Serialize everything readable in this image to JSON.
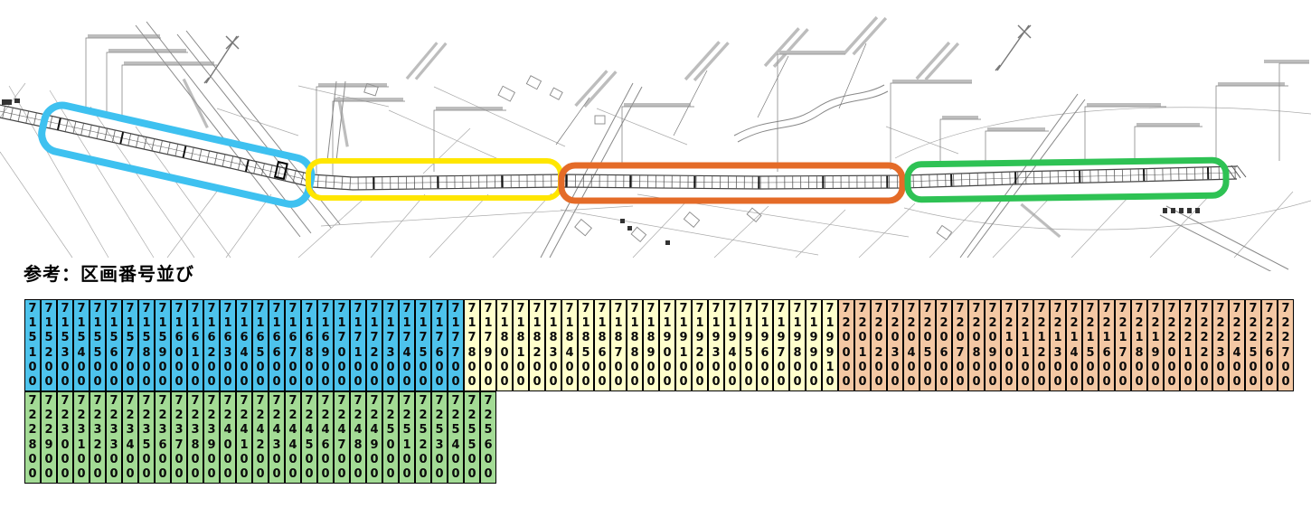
{
  "page": {
    "title_label": "参考：区画番号並び"
  },
  "colors": {
    "blue": {
      "cell": "#4DC3EC",
      "outline": "#3EC1F0"
    },
    "yellow": {
      "cell": "#FFFFCC",
      "outline": "#FFE600"
    },
    "orange": {
      "cell": "#F4C8A4",
      "outline": "#E46B28"
    },
    "green": {
      "cell": "#A3DB95",
      "outline": "#2EC254"
    }
  },
  "map": {
    "highlight_sections": [
      {
        "id": "blue",
        "color": "#3EC1F0"
      },
      {
        "id": "yellow",
        "color": "#FFE600"
      },
      {
        "id": "orange",
        "color": "#E46B28"
      },
      {
        "id": "green",
        "color": "#2EC254"
      }
    ]
  },
  "table": {
    "rows": [
      {
        "groups": [
          {
            "color": "blue",
            "numbers": [
              "715100",
              "715200",
              "715300",
              "715400",
              "715500",
              "715600",
              "715700",
              "715800",
              "715900",
              "716000",
              "716100",
              "716200",
              "716300",
              "716400",
              "716500",
              "716600",
              "716700",
              "716800",
              "716900",
              "717000",
              "717100",
              "717200",
              "717300",
              "717400",
              "717500",
              "717600",
              "717700"
            ]
          },
          {
            "color": "yellow",
            "numbers": [
              "717800",
              "717900",
              "718000",
              "718100",
              "718200",
              "718300",
              "718400",
              "718500",
              "718600",
              "718700",
              "718800",
              "718900",
              "719000",
              "719100",
              "719200",
              "719300",
              "719400",
              "719500",
              "719600",
              "719700",
              "719800",
              "719900",
              "719910"
            ]
          },
          {
            "color": "orange",
            "numbers": [
              "720000",
              "720100",
              "720200",
              "720300",
              "720400",
              "720500",
              "720600",
              "720700",
              "720800",
              "720900",
              "721000",
              "721100",
              "721200",
              "721300",
              "721400",
              "721500",
              "721600",
              "721700",
              "721800",
              "721900",
              "722000",
              "722100",
              "722200",
              "722300",
              "722400",
              "722500",
              "722600",
              "722700"
            ]
          }
        ]
      },
      {
        "groups": [
          {
            "color": "green",
            "numbers": [
              "722800",
              "722900",
              "723000",
              "723100",
              "723200",
              "723300",
              "723400",
              "723500",
              "723600",
              "723700",
              "723800",
              "723900",
              "724000",
              "724100",
              "724200",
              "724300",
              "724400",
              "724500",
              "724600",
              "724700",
              "724800",
              "724900",
              "725000",
              "725100",
              "725200",
              "725300",
              "725400",
              "725500",
              "725600"
            ]
          }
        ]
      }
    ]
  }
}
